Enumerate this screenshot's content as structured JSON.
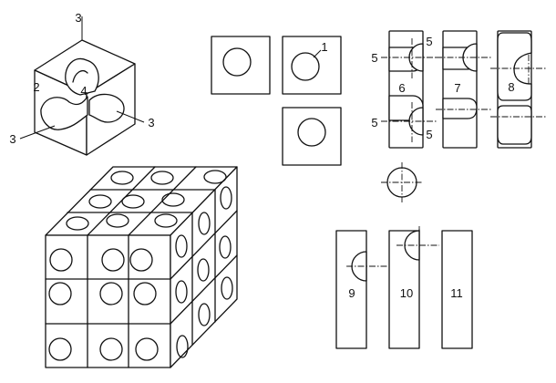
{
  "labels": {
    "corner_axis_top": "3",
    "corner_face_left": "2",
    "corner_inner": "4",
    "corner_arm_left": "3",
    "corner_arm_right": "3",
    "disk_face_label": "1",
    "piece_6": "6",
    "piece_7": "7",
    "piece_8": "8",
    "piece_9": "9",
    "piece_10": "10",
    "piece_11": "11",
    "axis_5_top_left": "5",
    "axis_5_top_right": "5",
    "axis_5_bottom_left": "5",
    "axis_5_bottom_right": "5"
  }
}
